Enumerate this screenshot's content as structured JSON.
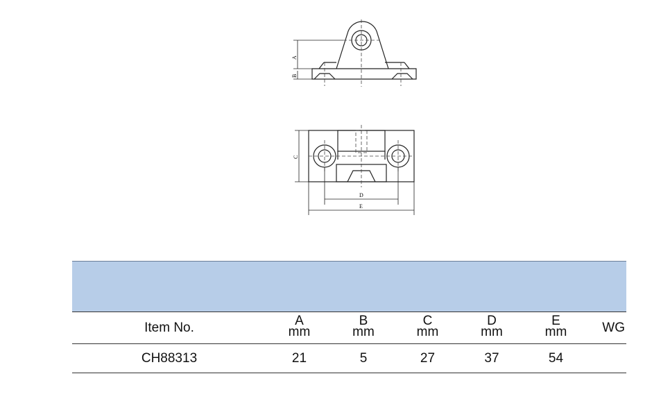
{
  "drawing": {
    "labels": {
      "a": "A",
      "b": "B",
      "c": "C",
      "d": "D",
      "e": "E"
    }
  },
  "table": {
    "headers": {
      "item": "Item No.",
      "dims": [
        {
          "letter": "A",
          "unit": "mm"
        },
        {
          "letter": "B",
          "unit": "mm"
        },
        {
          "letter": "C",
          "unit": "mm"
        },
        {
          "letter": "D",
          "unit": "mm"
        },
        {
          "letter": "E",
          "unit": "mm"
        }
      ],
      "wg": "WG"
    },
    "rows": [
      {
        "item": "CH88313",
        "a": "21",
        "b": "5",
        "c": "27",
        "d": "37",
        "e": "54",
        "wg": ""
      }
    ]
  }
}
